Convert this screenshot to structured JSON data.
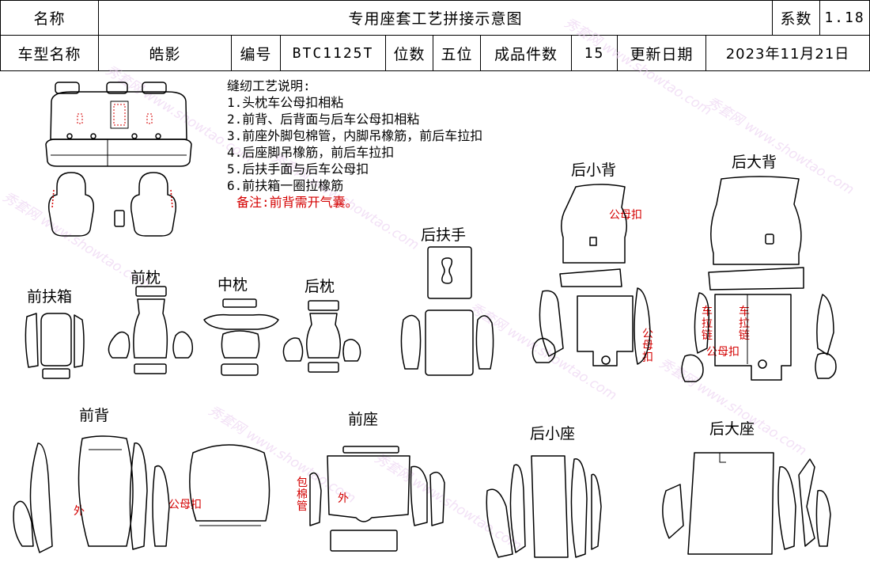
{
  "header": {
    "name_label": "名称",
    "title": "专用座套工艺拼接示意图",
    "coef_label": "系数",
    "coef_value": "1.18",
    "model_label": "车型名称",
    "model_value": "皓影",
    "code_label": "编号",
    "code_value": "BTC1125T",
    "seat_label": "位数",
    "seat_value": "五位",
    "pieces_label": "成品件数",
    "pieces_value": "15",
    "update_label": "更新日期",
    "update_value": "2023年11月21日"
  },
  "notes": {
    "title": "缝纫工艺说明:",
    "items": [
      "1.头枕车公母扣相粘",
      "2.前背、后背面与后车公母扣相粘",
      "3.前座外脚包棉管，内脚吊橡筋，前后车拉扣",
      "4.后座脚吊橡筋，前后车拉扣",
      "5.后扶手面与后车公母扣",
      "6.前扶箱一圈拉橡筋"
    ],
    "remark": "备注:前背需开气囊。"
  },
  "parts": {
    "front_armbox": "前扶箱",
    "front_headrest": "前枕",
    "mid_headrest": "中枕",
    "rear_headrest": "后枕",
    "rear_armrest": "后扶手",
    "rear_small_back": "后小背",
    "rear_big_back": "后大背",
    "front_back": "前背",
    "front_seat": "前座",
    "rear_small_seat": "后小座",
    "rear_big_seat": "后大座"
  },
  "annotations": {
    "snap_small_back": "公母扣",
    "snap_small_back_side": "公母扣",
    "pull_left": "车拉链",
    "pull_right": "车拉链",
    "snap_big_back": "公母扣",
    "outer_front_back": "外",
    "snap_front_back": "公母扣",
    "outer_front_seat": "外",
    "cotton_tube": "包棉管"
  },
  "watermark": "秀套网 www.showtao.com"
}
